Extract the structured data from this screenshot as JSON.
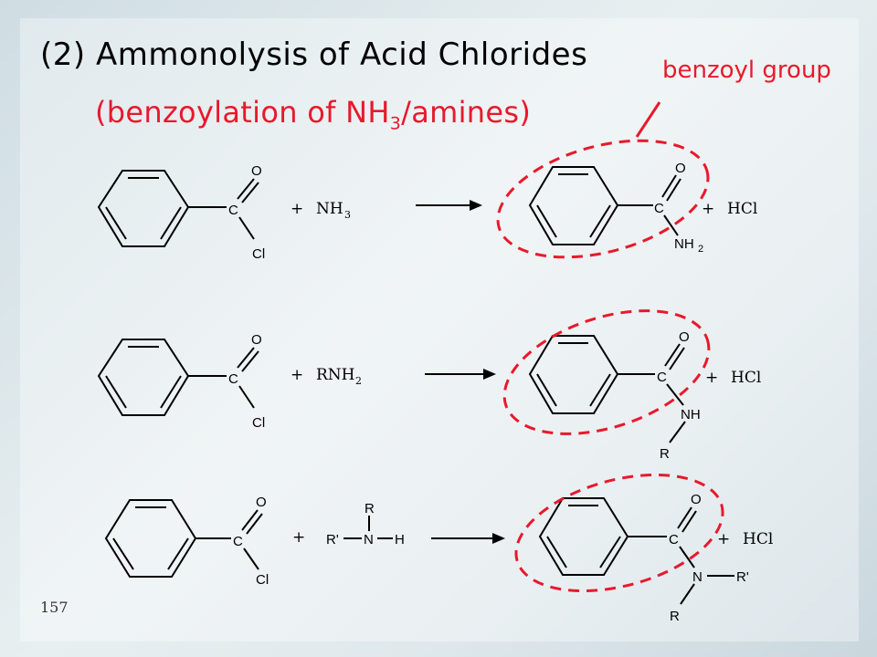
{
  "title": "(2) Ammonolysis of Acid Chlorides",
  "subtitle": {
    "text": "(benzoylation of NH",
    "sub": "3",
    "text_end": "/amines)"
  },
  "callout": "benzoyl group",
  "page_number": "157",
  "colors": {
    "accent": "#e8192c",
    "ink": "#000000"
  },
  "atoms": {
    "O": "O",
    "C": "C",
    "Cl": "Cl",
    "N": "N",
    "NH": "NH",
    "R": "R",
    "R_prime": "R'",
    "H": "H",
    "plus": "+",
    "NH_letters": "NH",
    "subscript_2": "2",
    "subscript_3": "3",
    "RNH": "RNH",
    "HCl": "HCl"
  },
  "reactions": [
    {
      "reagent": "NH3",
      "product_group": "NH2",
      "byproduct": "HCl"
    },
    {
      "reagent": "RNH2",
      "product_group": "NH-R",
      "byproduct": "HCl"
    },
    {
      "reagent": "R'-N(R)-H",
      "product_group": "N(R)R'",
      "byproduct": "HCl"
    }
  ]
}
